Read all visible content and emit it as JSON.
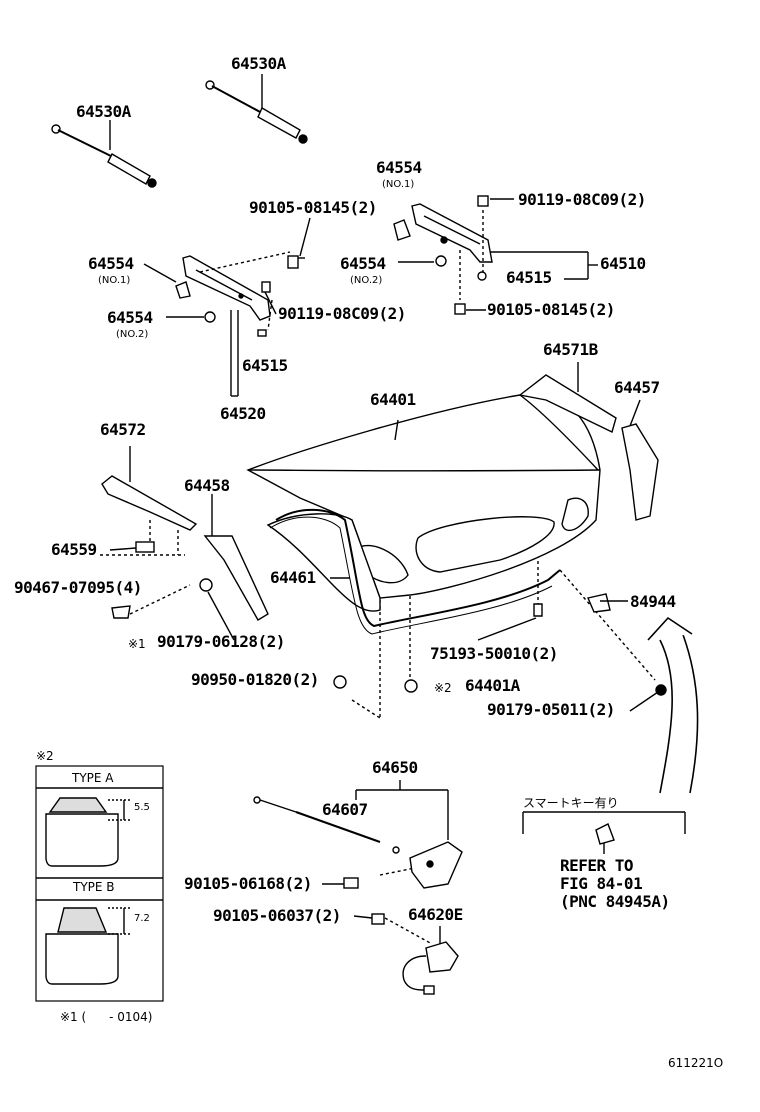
{
  "parts": {
    "p64530A_top": "64530A",
    "p64530A_left": "64530A",
    "p64554_top": "64554",
    "p64554_top_note": "(NO.1)",
    "p90119_top": "90119-08C09(2)",
    "p90105_08145_left": "90105-08145(2)",
    "p64554_left": "64554",
    "p64554_left_note": "(NO.1)",
    "p64554_mid": "64554",
    "p64554_mid_note": "(NO.2)",
    "p64515_right": "64515",
    "p64510": "64510",
    "p90105_08145_right": "90105-08145(2)",
    "p64554_low": "64554",
    "p64554_low_note": "(NO.2)",
    "p90119_low": "90119-08C09(2)",
    "p64515_left": "64515",
    "p64520": "64520",
    "p64571B": "64571B",
    "p64457": "64457",
    "p64401": "64401",
    "p64572": "64572",
    "p64458": "64458",
    "p64559": "64559",
    "p90467": "90467-07095(4)",
    "p64461": "64461",
    "p84944": "84944",
    "p90179_06128": "90179-06128(2)",
    "p90179_06128_mark": "※1",
    "p75193": "75193-50010(2)",
    "p90950": "90950-01820(2)",
    "p64401A_mark": "※2",
    "p64401A": "64401A",
    "p90179_05011": "90179-05011(2)",
    "p64650": "64650",
    "p64607": "64607",
    "p90105_06168": "90105-06168(2)",
    "p90105_06037": "90105-06037(2)",
    "p64620E": "64620E"
  },
  "types_box": {
    "mark": "※2",
    "type_a": "TYPE A",
    "type_a_dim": "5.5",
    "type_b": "TYPE B",
    "type_b_dim": "7.2"
  },
  "footnote": "※1 (      - 0104)",
  "smart_key": {
    "heading": "スマートキー有り",
    "refer_1": "REFER TO",
    "refer_2": "FIG 84-01",
    "refer_3": "(PNC 84945A)"
  },
  "figure_id": "611221O"
}
